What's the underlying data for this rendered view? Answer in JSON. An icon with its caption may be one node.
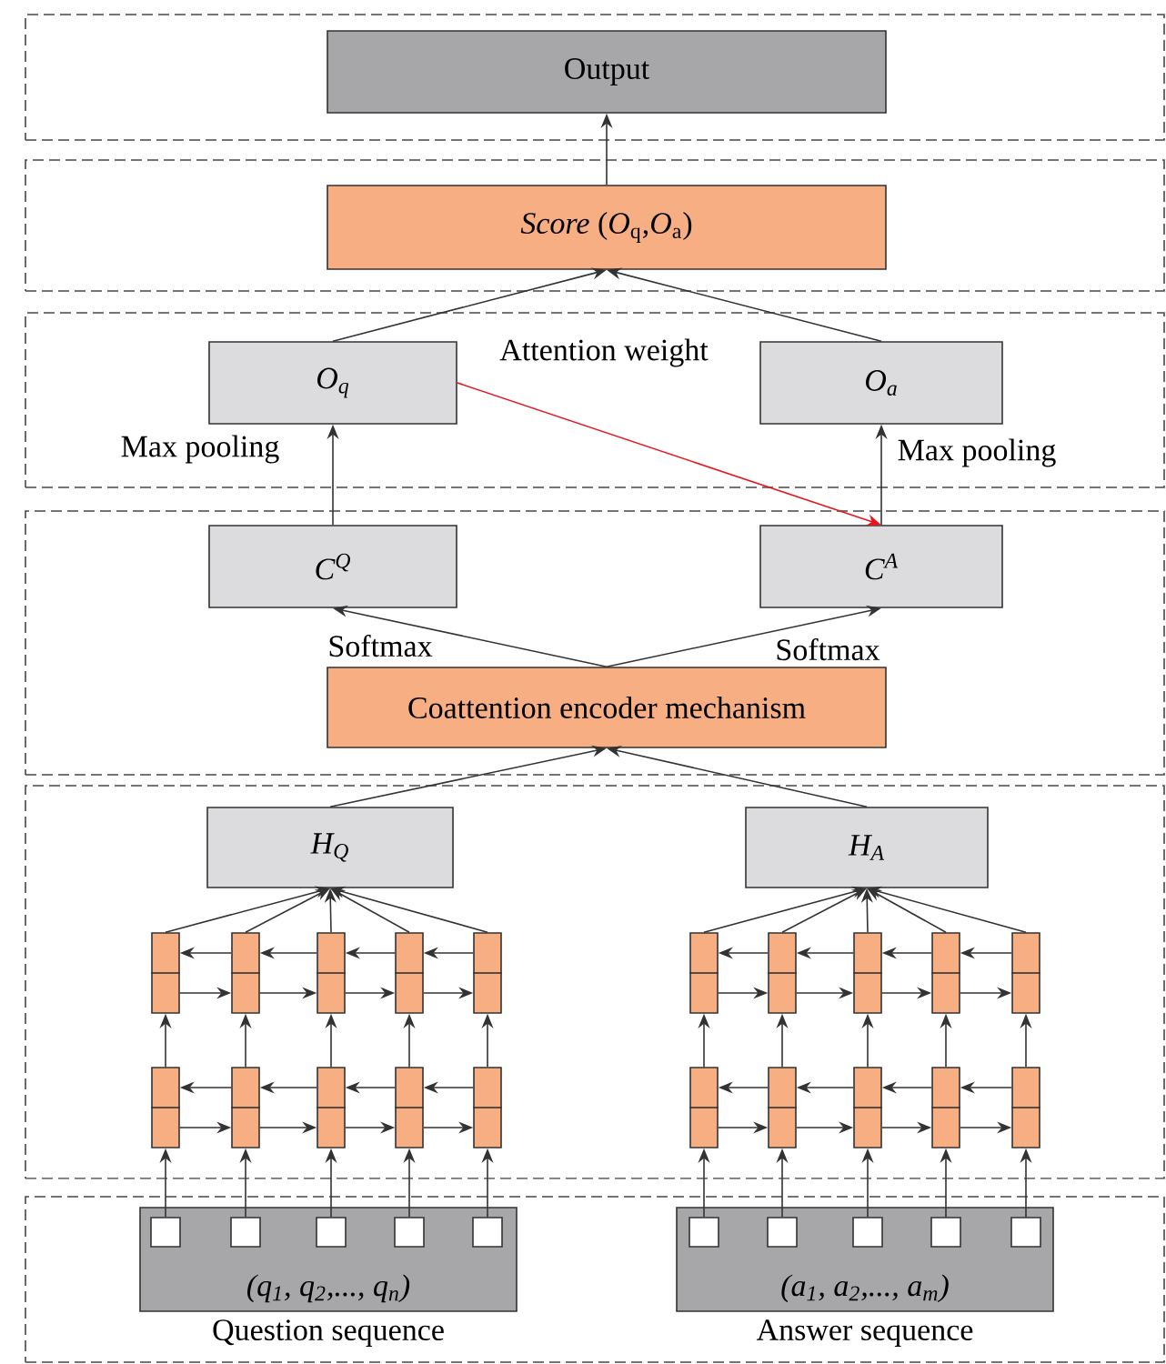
{
  "diagram": {
    "nodes": [
      {
        "text": [],
        "shape": "box"
      },
      {
        "text": [
          "Output"
        ],
        "in": 0
      },
      {
        "text": [],
        "shape": "box"
      },
      {
        "text": [
          "*Score* (*O*$_{q}$,*O*$_{a}$)"
        ],
        "in": 2
      },
      {
        "text": [],
        "shape": "box"
      },
      {
        "text": [
          "O$_{q}$"
        ],
        "in": 4
      },
      {
        "text": [
          "O$_{a}$"
        ],
        "in": 4
      },
      {
        "text": [],
        "shape": "box"
      },
      {
        "text": [
          "C$^{Q}$"
        ],
        "in": 7
      },
      {
        "text": [
          "C$^{A}$"
        ],
        "in": 7
      },
      {
        "text": [
          "Coattention encoder mechanism"
        ],
        "in": 7
      },
      {
        "text": [],
        "shape": "box"
      },
      {
        "text": [
          "H$_{Q}$"
        ],
        "in": 11
      },
      {
        "text": [
          "H$_{A}$"
        ],
        "in": 11
      },
      {
        "text": [],
        "shape": "box",
        "in": 11
      },
      {
        "text": [],
        "shape": "box",
        "in": 11
      },
      {
        "text": [],
        "shape": "box",
        "in": 11
      },
      {
        "text": [],
        "shape": "box",
        "in": 11
      },
      {
        "text": [],
        "shape": "box",
        "in": 11
      },
      {
        "text": [],
        "shape": "box",
        "in": 11
      },
      {
        "text": [],
        "shape": "box",
        "in": 11
      },
      {
        "text": [],
        "shape": "box",
        "in": 11
      },
      {
        "text": [],
        "shape": "box",
        "in": 11
      },
      {
        "text": [],
        "shape": "box",
        "in": 11
      },
      {
        "text": [],
        "shape": "box",
        "in": 11
      },
      {
        "text": [],
        "shape": "box",
        "in": 11
      },
      {
        "text": [],
        "shape": "box",
        "in": 11
      },
      {
        "text": [],
        "shape": "box",
        "in": 11
      },
      {
        "text": [],
        "shape": "box",
        "in": 11
      },
      {
        "text": [],
        "shape": "box",
        "in": 11
      },
      {
        "text": [],
        "shape": "box",
        "in": 11
      },
      {
        "text": [],
        "shape": "box",
        "in": 11
      },
      {
        "text": [],
        "shape": "box",
        "in": 11
      },
      {
        "text": [],
        "shape": "box",
        "in": 11
      },
      {
        "text": [],
        "shape": "box"
      },
      {
        "text": [
          "(q$_{1}$, q$_{2}$,..., q$_{n}$)"
        ],
        "beside": [
          "Question sequence"
        ],
        "in": 34
      },
      {
        "text": [],
        "shape": "box",
        "in": 35
      },
      {
        "text": [],
        "shape": "box",
        "in": 35
      },
      {
        "text": [],
        "shape": "box",
        "in": 35
      },
      {
        "text": [],
        "shape": "box",
        "in": 35
      },
      {
        "text": [],
        "shape": "box",
        "in": 35
      },
      {
        "text": [
          "(a$_{1}$, a$_{2}$,..., a$_{m}$)"
        ],
        "beside": [
          "Answer sequence"
        ],
        "in": 34
      },
      {
        "text": [],
        "shape": "box",
        "in": 41
      },
      {
        "text": [],
        "shape": "box",
        "in": 41
      },
      {
        "text": [],
        "shape": "box",
        "in": 41
      },
      {
        "text": [],
        "shape": "box",
        "in": 41
      },
      {
        "text": [],
        "shape": "box",
        "in": 41
      }
    ],
    "edges": [
      {
        "from": 3,
        "to": 1,
        "arrow": "to"
      },
      {
        "from": 5,
        "to": 3,
        "arrow": "to"
      },
      {
        "from": 6,
        "to": 3,
        "arrow": "to"
      },
      {
        "from": 8,
        "to": 5,
        "arrow": "to",
        "label": "Max pooling"
      },
      {
        "from": 9,
        "to": 6,
        "arrow": "to",
        "label": "Max pooling"
      },
      {
        "from": 5,
        "to": 9,
        "arrow": "to",
        "label": "Attention weight",
        "color": "#e8141b"
      },
      {
        "from": 10,
        "to": 8,
        "arrow": "to",
        "label": "Softmax"
      },
      {
        "from": 10,
        "to": 9,
        "arrow": "to",
        "label": "Softmax"
      },
      {
        "from": 12,
        "to": 10,
        "arrow": "to"
      },
      {
        "from": 13,
        "to": 10,
        "arrow": "to"
      },
      {
        "from": 14,
        "to": 12,
        "arrow": "to"
      },
      {
        "from": 15,
        "to": 12,
        "arrow": "to"
      },
      {
        "from": 16,
        "to": 12,
        "arrow": "to"
      },
      {
        "from": 17,
        "to": 12,
        "arrow": "to"
      },
      {
        "from": 18,
        "to": 12,
        "arrow": "to"
      },
      {
        "from": 15,
        "to": 14,
        "arrow": "to"
      },
      {
        "from": 16,
        "to": 15,
        "arrow": "to"
      },
      {
        "from": 17,
        "to": 16,
        "arrow": "to"
      },
      {
        "from": 18,
        "to": 17,
        "arrow": "to"
      },
      {
        "from": 14,
        "to": 15,
        "arrow": "to"
      },
      {
        "from": 15,
        "to": 16,
        "arrow": "to"
      },
      {
        "from": 16,
        "to": 17,
        "arrow": "to"
      },
      {
        "from": 17,
        "to": 18,
        "arrow": "to"
      },
      {
        "from": 20,
        "to": 19,
        "arrow": "to"
      },
      {
        "from": 21,
        "to": 20,
        "arrow": "to"
      },
      {
        "from": 22,
        "to": 21,
        "arrow": "to"
      },
      {
        "from": 23,
        "to": 22,
        "arrow": "to"
      },
      {
        "from": 19,
        "to": 20,
        "arrow": "to"
      },
      {
        "from": 20,
        "to": 21,
        "arrow": "to"
      },
      {
        "from": 21,
        "to": 22,
        "arrow": "to"
      },
      {
        "from": 22,
        "to": 23,
        "arrow": "to"
      },
      {
        "from": 19,
        "to": 14,
        "arrow": "to"
      },
      {
        "from": 20,
        "to": 15,
        "arrow": "to"
      },
      {
        "from": 21,
        "to": 16,
        "arrow": "to"
      },
      {
        "from": 22,
        "to": 17,
        "arrow": "to"
      },
      {
        "from": 23,
        "to": 18,
        "arrow": "to"
      },
      {
        "from": 36,
        "to": 19,
        "arrow": "to"
      },
      {
        "from": 37,
        "to": 20,
        "arrow": "to"
      },
      {
        "from": 38,
        "to": 21,
        "arrow": "to"
      },
      {
        "from": 39,
        "to": 22,
        "arrow": "to"
      },
      {
        "from": 40,
        "to": 23,
        "arrow": "to"
      },
      {
        "from": 24,
        "to": 13,
        "arrow": "to"
      },
      {
        "from": 25,
        "to": 13,
        "arrow": "to"
      },
      {
        "from": 26,
        "to": 13,
        "arrow": "to"
      },
      {
        "from": 27,
        "to": 13,
        "arrow": "to"
      },
      {
        "from": 28,
        "to": 13,
        "arrow": "to"
      },
      {
        "from": 25,
        "to": 24,
        "arrow": "to"
      },
      {
        "from": 26,
        "to": 25,
        "arrow": "to"
      },
      {
        "from": 27,
        "to": 26,
        "arrow": "to"
      },
      {
        "from": 28,
        "to": 27,
        "arrow": "to"
      },
      {
        "from": 24,
        "to": 25,
        "arrow": "to"
      },
      {
        "from": 25,
        "to": 26,
        "arrow": "to"
      },
      {
        "from": 26,
        "to": 27,
        "arrow": "to"
      },
      {
        "from": 27,
        "to": 28,
        "arrow": "to"
      },
      {
        "from": 30,
        "to": 29,
        "arrow": "to"
      },
      {
        "from": 31,
        "to": 30,
        "arrow": "to"
      },
      {
        "from": 32,
        "to": 31,
        "arrow": "to"
      },
      {
        "from": 33,
        "to": 32,
        "arrow": "to"
      },
      {
        "from": 29,
        "to": 30,
        "arrow": "to"
      },
      {
        "from": 30,
        "to": 31,
        "arrow": "to"
      },
      {
        "from": 31,
        "to": 32,
        "arrow": "to"
      },
      {
        "from": 32,
        "to": 33,
        "arrow": "to"
      },
      {
        "from": 29,
        "to": 24,
        "arrow": "to"
      },
      {
        "from": 30,
        "to": 25,
        "arrow": "to"
      },
      {
        "from": 31,
        "to": 26,
        "arrow": "to"
      },
      {
        "from": 32,
        "to": 27,
        "arrow": "to"
      },
      {
        "from": 33,
        "to": 28,
        "arrow": "to"
      },
      {
        "from": 42,
        "to": 29,
        "arrow": "to"
      },
      {
        "from": 43,
        "to": 30,
        "arrow": "to"
      },
      {
        "from": 44,
        "to": 31,
        "arrow": "to"
      },
      {
        "from": 45,
        "to": 32,
        "arrow": "to"
      },
      {
        "from": 46,
        "to": 33,
        "arrow": "to"
      }
    ]
  }
}
